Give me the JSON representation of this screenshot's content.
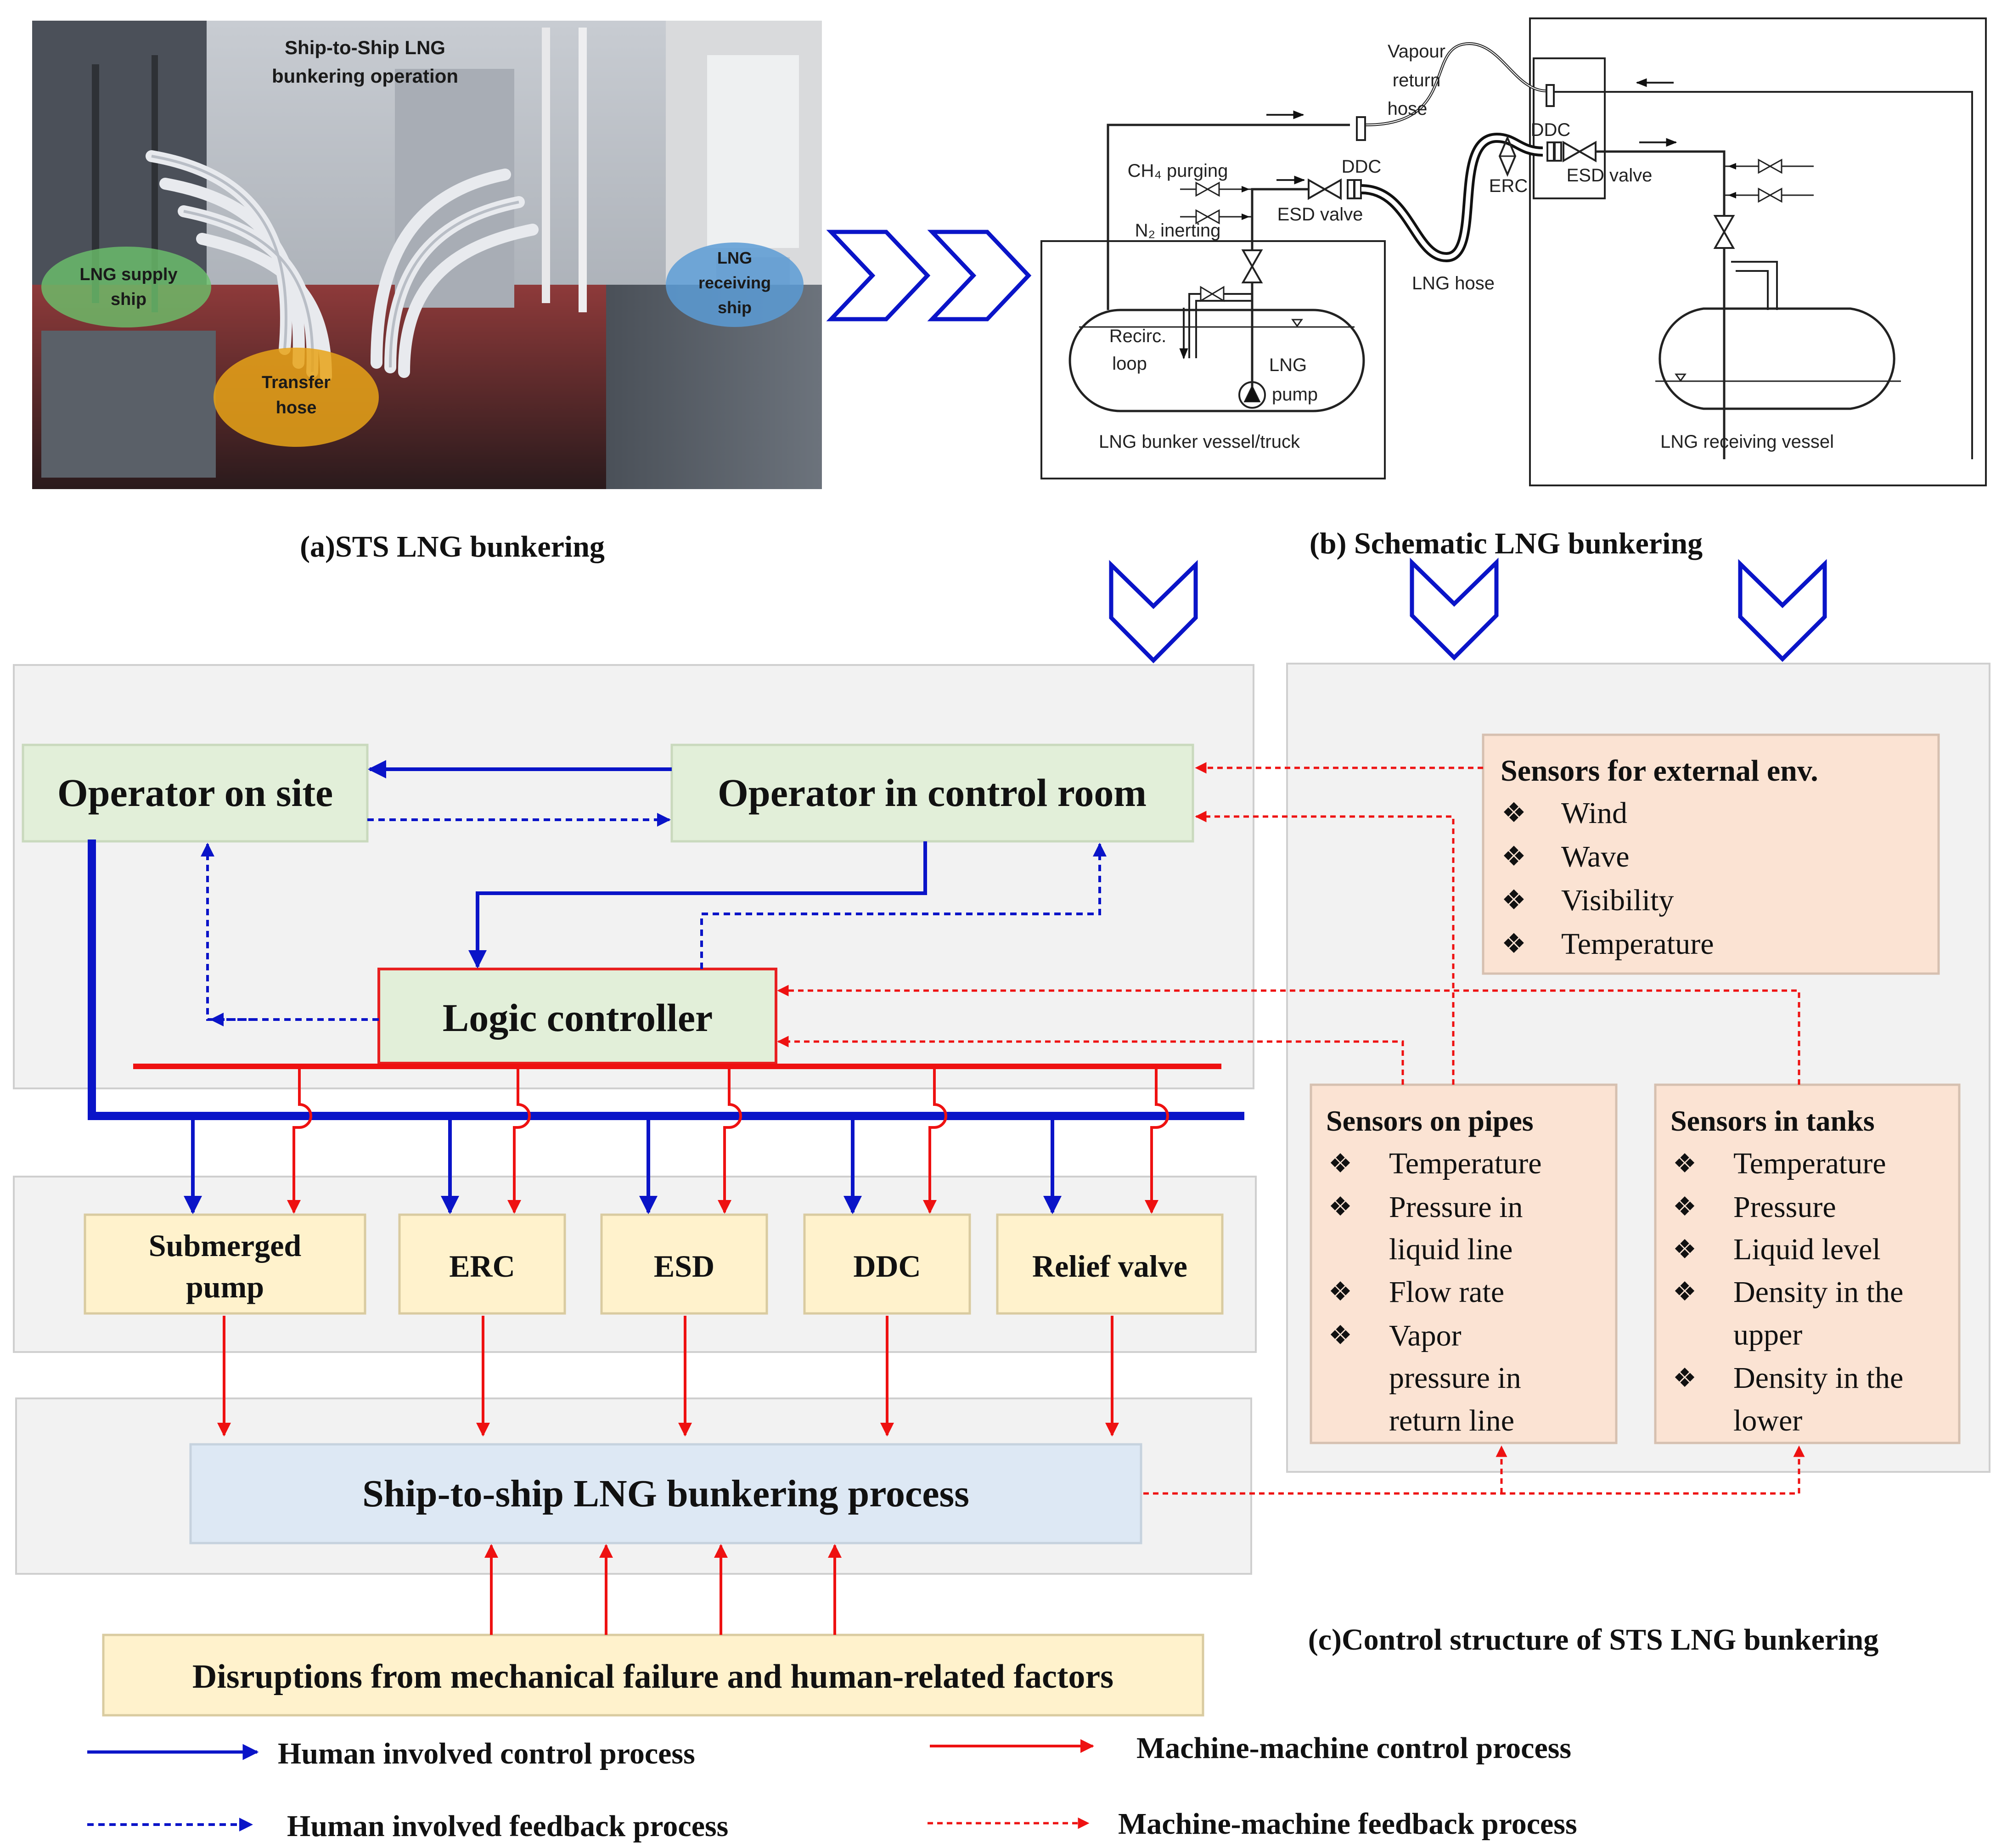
{
  "photo": {
    "title_line1": "Ship-to-Ship LNG",
    "title_line2": "bunkering operation",
    "supply_line1": "LNG supply",
    "supply_line2": "ship",
    "receiving_line1": "LNG",
    "receiving_line2": "receiving",
    "receiving_line3": "ship",
    "hose_line1": "Transfer",
    "hose_line2": "hose",
    "caption": "(a)STS LNG bunkering"
  },
  "schematic": {
    "vapour_line1": "Vapour",
    "vapour_line2": "return",
    "vapour_line3": "hose",
    "ddc_left": "DDC",
    "ddc_right": "DDC",
    "ch4": "CH₄ purging",
    "n2": "N₂ inerting",
    "esd_left": "ESD valve",
    "esd_right": "ESD valve",
    "erc": "ERC",
    "lng_hose": "LNG hose",
    "recirc_line1": "Recirc.",
    "recirc_line2": "loop",
    "pump_line1": "LNG",
    "pump_line2": "pump",
    "bunker_vessel": "LNG bunker vessel/truck",
    "receiving_vessel": "LNG receiving vessel",
    "caption": "(b) Schematic LNG bunkering"
  },
  "control": {
    "operator_site": "Operator on site",
    "operator_room": "Operator in control room",
    "logic_controller": "Logic controller",
    "sensors_ext": {
      "title": "Sensors for external env.",
      "items": [
        "Wind",
        "Wave",
        "Visibility",
        "Temperature"
      ]
    },
    "sensors_pipes": {
      "title": "Sensors on pipes",
      "items": [
        "Temperature",
        "Pressure in",
        "liquid line",
        "Flow rate",
        "Vapor",
        "pressure in",
        "return line"
      ]
    },
    "sensors_tanks": {
      "title": "Sensors in tanks",
      "items": [
        "Temperature",
        "Pressure",
        "Liquid level",
        "Density in the",
        "upper",
        "Density in the",
        "lower"
      ]
    },
    "actuators": {
      "pump_line1": "Submerged",
      "pump_line2": "pump",
      "erc": "ERC",
      "esd": "ESD",
      "ddc": "DDC",
      "relief": "Relief valve"
    },
    "process": "Ship-to-ship LNG bunkering process",
    "disruptions": "Disruptions from mechanical failure and human-related factors",
    "caption": "(c)Control structure of STS LNG bunkering",
    "bullet": "❖"
  },
  "legend": {
    "human_control": "Human involved control process",
    "human_feedback": "Human involved feedback process",
    "machine_control": "Machine-machine control process",
    "machine_feedback": "Machine-machine feedback process"
  },
  "colors": {
    "blue": "#0a14c8",
    "red": "#ee1111",
    "green_box": "#e2efd9",
    "yellow_box": "#fff2cc",
    "peach_box": "#fbe3d3",
    "process_box": "#dde8f4",
    "panel": "#f2f2f2"
  }
}
